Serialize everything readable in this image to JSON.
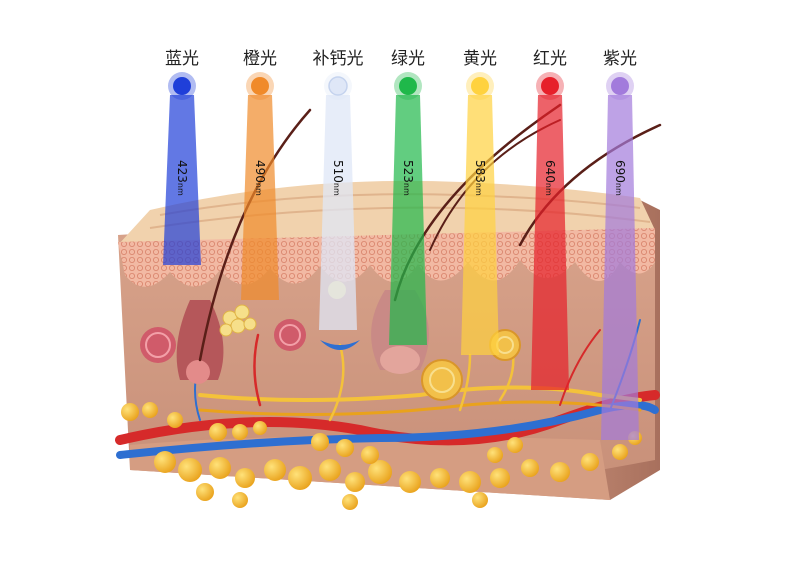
{
  "lights": [
    {
      "name": "蓝光",
      "wavelength": "423",
      "unit": "nm",
      "color": "#1f3fd9"
    },
    {
      "name": "橙光",
      "wavelength": "490",
      "unit": "nm",
      "color": "#f08a2a"
    },
    {
      "name": "补钙光",
      "wavelength": "510",
      "unit": "nm",
      "color": "#dfe7f7"
    },
    {
      "name": "绿光",
      "wavelength": "523",
      "unit": "nm",
      "color": "#1fb84a"
    },
    {
      "name": "黄光",
      "wavelength": "583",
      "unit": "nm",
      "color": "#ffd23f"
    },
    {
      "name": "红光",
      "wavelength": "640",
      "unit": "nm",
      "color": "#e6202a"
    },
    {
      "name": "紫光",
      "wavelength": "690",
      "unit": "nm",
      "color": "#a27bdc"
    }
  ]
}
